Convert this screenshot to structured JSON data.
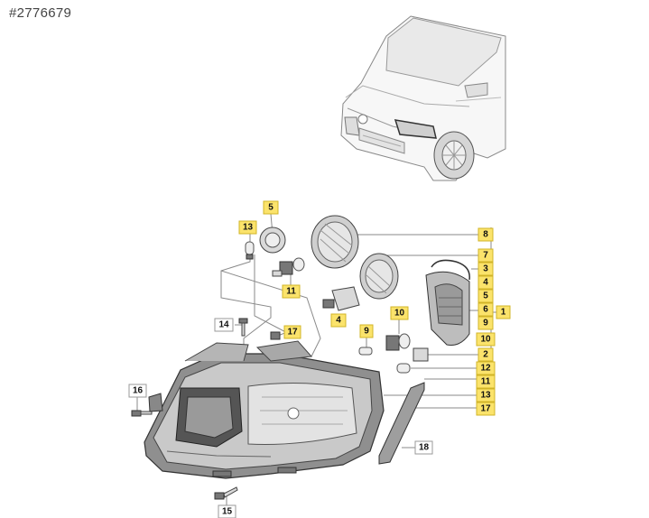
{
  "header": {
    "reference": "#2776679"
  },
  "callouts": {
    "c13a": "13",
    "c5": "5",
    "c11": "11",
    "c4": "4",
    "c14": "14",
    "c17a": "17",
    "c9": "9",
    "c10": "10",
    "c16": "16",
    "c15": "15",
    "c18": "18",
    "r8": "8",
    "r7": "7",
    "r3": "3",
    "r4": "4",
    "r5": "5",
    "r6": "6",
    "r9": "9",
    "r10": "10",
    "r2": "2",
    "r12": "12",
    "r11": "11",
    "r13": "13",
    "r17": "17",
    "r1": "1"
  }
}
